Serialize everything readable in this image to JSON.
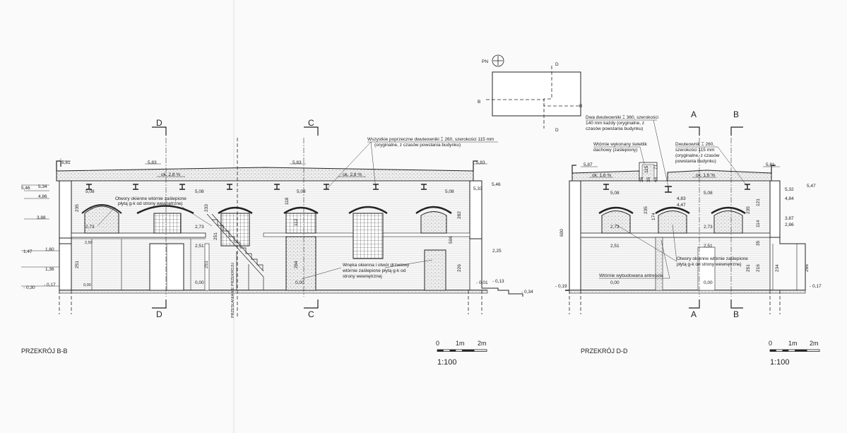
{
  "title_left": "PRZEKRÓJ  B-B",
  "title_right": "PRZEKRÓJ  D-D",
  "scale": {
    "label": "1:100",
    "t0": "0",
    "t1": "1m",
    "t2": "2m"
  },
  "section_marks": {
    "d": "D",
    "c": "C",
    "a": "A",
    "b": "B"
  },
  "plan_key": {
    "north": "PN",
    "d": "D",
    "b": "B"
  },
  "left_levels": {
    "l581": "5,81",
    "l583a": "5,83",
    "l583b": "5,83",
    "l583c": "5,83",
    "l546a": "5,46",
    "l534": "5,34",
    "l533": "5,33",
    "l546b": "5,46",
    "l486": "4,86",
    "l388": "3,88",
    "l147": "1,47",
    "l160": "1,60",
    "l136": "1,36",
    "l030": "- 0,30",
    "l017": "- 0,17",
    "l508a": "5,08",
    "l508b": "5,08",
    "l508c": "5,08",
    "l508d": "5,08",
    "l273a": "2,73",
    "l273b": "2,73",
    "l251": "2,51",
    "l225": "2,25",
    "l000a": "0,00",
    "l000b": "0,00",
    "l001": "- 0,01",
    "l013": "- 0,13",
    "l034": "- 0,34",
    "l250": "2,50",
    "l000c": "0,00"
  },
  "left_dims": {
    "d235": "235",
    "d233": "233",
    "d251a": "251",
    "d251b": "251",
    "d251c": "251",
    "d506": "506",
    "d282": "282",
    "d226": "226",
    "d118": "118",
    "d112": "112",
    "d264": "264"
  },
  "left_slopes": {
    "s1": "ok. 2,8 %",
    "s2": "ok. 2,8 %"
  },
  "left_notes": {
    "n1a": "Wszystkie poprzeczne dwuteowniki ⌶ 260, szerokości 115 mm",
    "n1b": "(oryginalne, z czasów powstania budynku)",
    "n2a": "Otwory okienne wtórnie zaślepione",
    "n2b": "płytą g-k od strony wewnętrznej",
    "n3a": "Wnęka okienna i otwór drzwiowy",
    "n3b": "wtórnie zaślepione płytą g-k od",
    "n3c": "strony wewnętrznej"
  },
  "fold_label": "PRZESŁANIANIE PRZEKROJU",
  "right_levels": {
    "r587": "5,87",
    "r581": "5,81",
    "r532": "5,32",
    "r547": "5,47",
    "r484": "4,84",
    "r387": "3,87",
    "r286": "2,86",
    "r508a": "5,08",
    "r508b": "5,08",
    "r483": "4,83",
    "r447": "4,47",
    "r273a": "2,73",
    "r273b": "2,73",
    "r251a": "2,51",
    "r251b": "2,51",
    "r019": "- 0,19",
    "r017": "- 0,17",
    "r000a": "0,00",
    "r000b": "0,00"
  },
  "right_dims": {
    "d600": "600",
    "d235a": "235",
    "d235b": "235",
    "d174": "174",
    "d251": "251",
    "d121": "121",
    "d114": "114",
    "d35": "35",
    "d216": "216",
    "d234": "234",
    "d266": "266",
    "d115": "115",
    "d71": "71",
    "d44": "44",
    "d35b": "35",
    "d36": "36"
  },
  "right_slopes": {
    "s1": "ok. 1,6 %",
    "s2": "ok. 1,6 %"
  },
  "right_notes": {
    "n1a": "Dwa dwuteowniki ⌶ 360, szerokości",
    "n1b": "140 mm każdy (oryginalne, z",
    "n1c": "czasów powstania budynku)",
    "n2a": "Wtórnie wykonany świetlik",
    "n2b": "dachowy (zaślepiony)",
    "n3a": "Dwuteownik ⌶ 260,",
    "n3b": "szerokości 115 mm",
    "n3c": "(oryginalne, z czasów",
    "n3d": "powstania budynku)",
    "n4a": "Otwory okienne wtórnie zaślepione",
    "n4b": "płytą g-k od strony wewnętrznej",
    "n5": "Wtórnie wybudowana antresola"
  }
}
